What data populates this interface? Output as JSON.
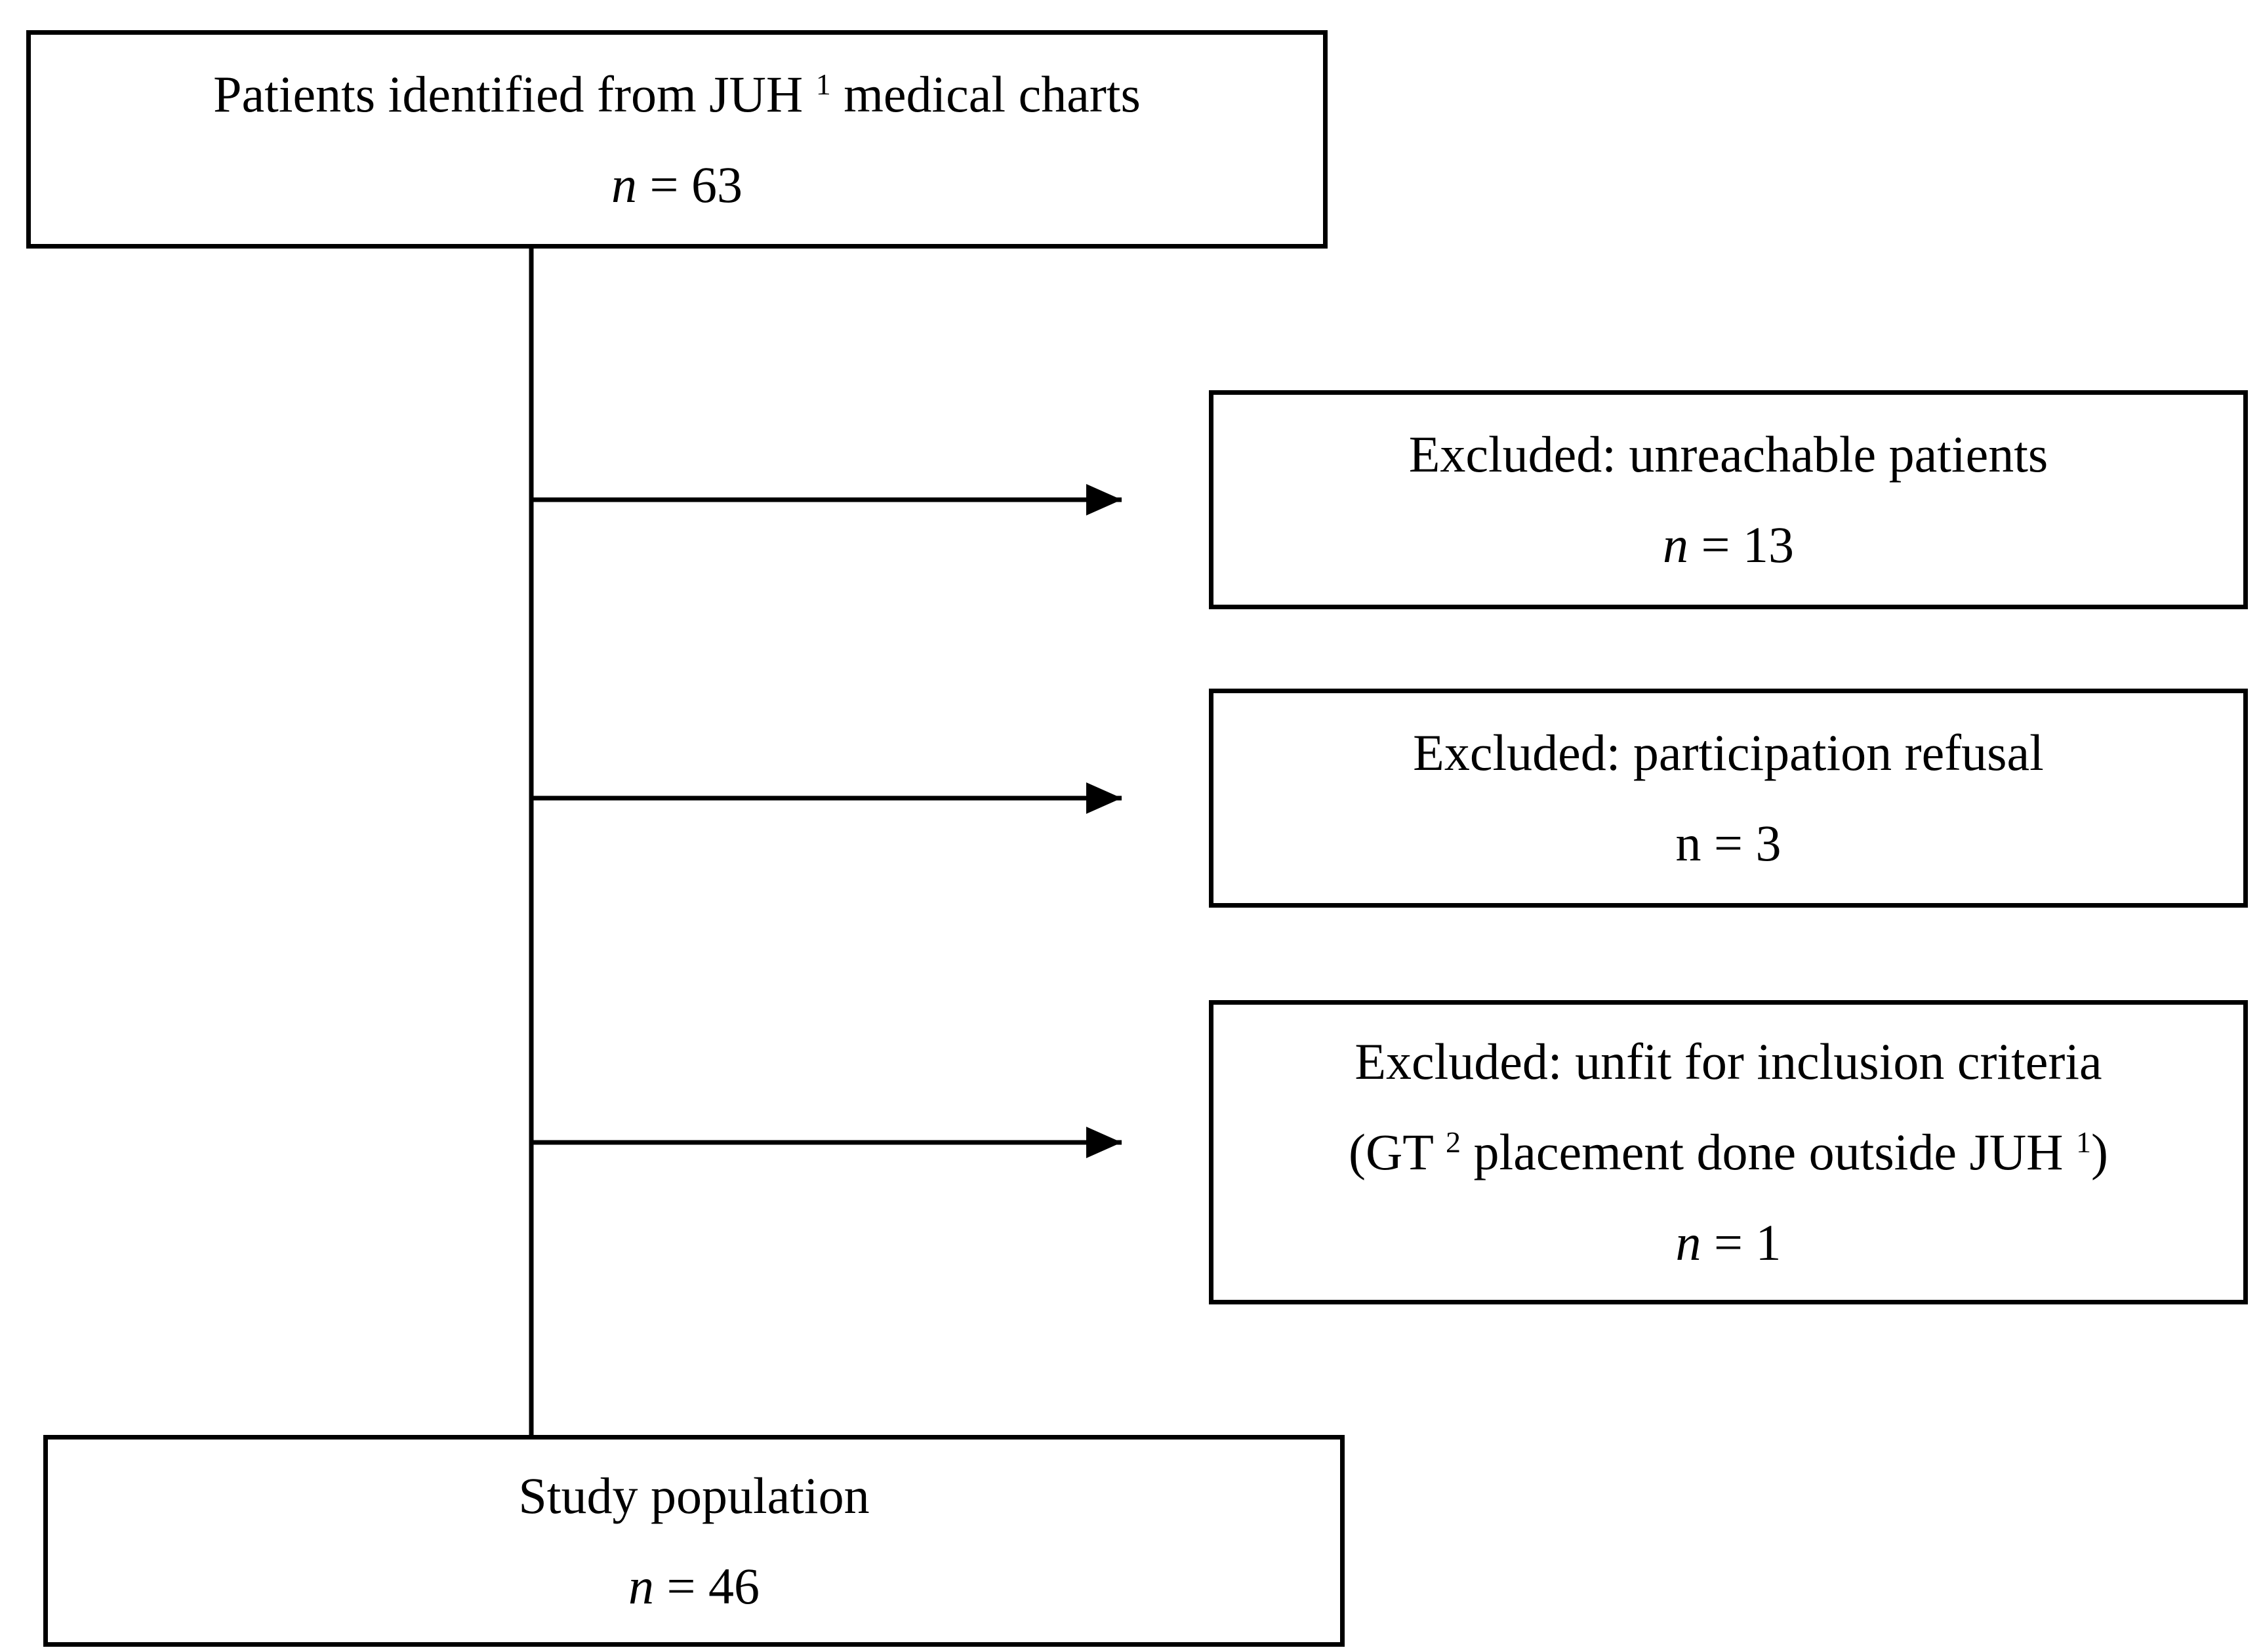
{
  "boxes": {
    "source": {
      "title_pre": "Patients identified from JUH",
      "title_sup": "1",
      "title_post": "medical charts",
      "n_var": "n",
      "n_value": "= 63"
    },
    "excluded_unreachable": {
      "title": "Excluded: unreachable patients",
      "n_var": "n",
      "n_value": "= 13"
    },
    "excluded_refusal": {
      "title": "Excluded: participation refusal",
      "n_text": "n = 3"
    },
    "excluded_unfit": {
      "title": "Excluded: unfit for inclusion criteria",
      "detail_open": "(GT",
      "detail_sup1": "2",
      "detail_mid": "placement done outside JUH",
      "detail_sup2": "1",
      "detail_close": ")",
      "n_var": "n",
      "n_value": "= 1"
    },
    "study_population": {
      "title": "Study population",
      "n_var": "n",
      "n_value": "= 46"
    }
  },
  "colors": {
    "stroke": "#000000",
    "background": "#ffffff"
  }
}
